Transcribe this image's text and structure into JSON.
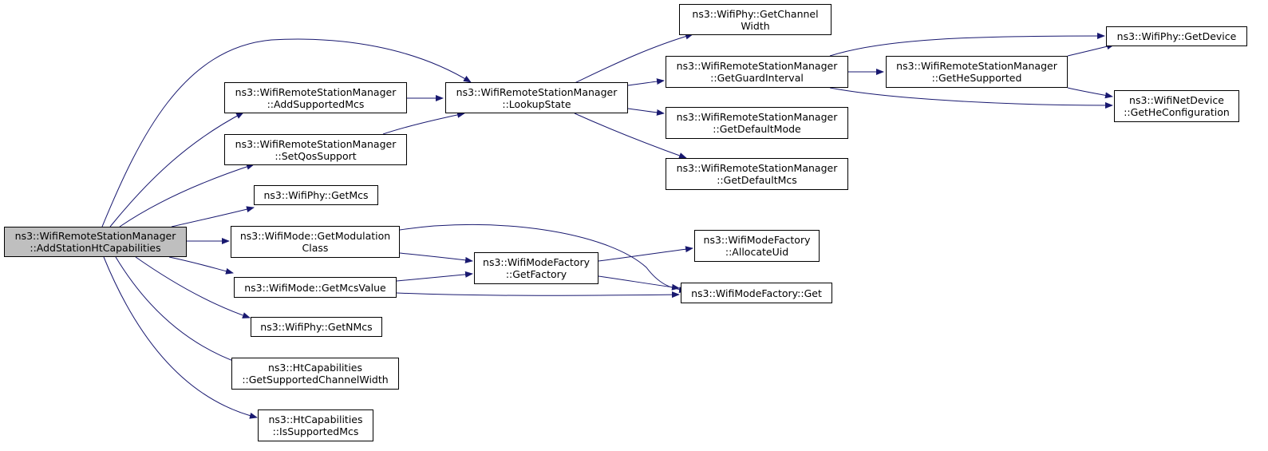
{
  "colors": {
    "edge": "#191970",
    "root_fill": "#bfbfbf",
    "node_fill": "#ffffff",
    "border": "#000000"
  },
  "nodes": {
    "add_station_ht": {
      "line1": "ns3::WifiRemoteStationManager",
      "line2": "::AddStationHtCapabilities"
    },
    "add_supported_mcs": {
      "line1": "ns3::WifiRemoteStationManager",
      "line2": "::AddSupportedMcs"
    },
    "set_qos_support": {
      "line1": "ns3::WifiRemoteStationManager",
      "line2": "::SetQosSupport"
    },
    "lookup_state": {
      "line1": "ns3::WifiRemoteStationManager",
      "line2": "::LookupState"
    },
    "get_channel_width": {
      "line1": "ns3::WifiPhy::GetChannel",
      "line2": "Width"
    },
    "get_guard_interval": {
      "line1": "ns3::WifiRemoteStationManager",
      "line2": "::GetGuardInterval"
    },
    "get_default_mode": {
      "line1": "ns3::WifiRemoteStationManager",
      "line2": "::GetDefaultMode"
    },
    "get_default_mcs": {
      "line1": "ns3::WifiRemoteStationManager",
      "line2": "::GetDefaultMcs"
    },
    "get_he_supported": {
      "line1": "ns3::WifiRemoteStationManager",
      "line2": "::GetHeSupported"
    },
    "get_device": {
      "line1": "ns3::WifiPhy::GetDevice"
    },
    "get_he_configuration": {
      "line1": "ns3::WifiNetDevice",
      "line2": "::GetHeConfiguration"
    },
    "get_mcs": {
      "line1": "ns3::WifiPhy::GetMcs"
    },
    "get_modulation_class": {
      "line1": "ns3::WifiMode::GetModulation",
      "line2": "Class"
    },
    "get_mcs_value": {
      "line1": "ns3::WifiMode::GetMcsValue"
    },
    "get_factory": {
      "line1": "ns3::WifiModeFactory",
      "line2": "::GetFactory"
    },
    "allocate_uid": {
      "line1": "ns3::WifiModeFactory",
      "line2": "::AllocateUid"
    },
    "factory_get": {
      "line1": "ns3::WifiModeFactory::Get"
    },
    "get_nmcs": {
      "line1": "ns3::WifiPhy::GetNMcs"
    },
    "get_supported_channel_width": {
      "line1": "ns3::HtCapabilities",
      "line2": "::GetSupportedChannelWidth"
    },
    "is_supported_mcs": {
      "line1": "ns3::HtCapabilities",
      "line2": "::IsSupportedMcs"
    }
  }
}
